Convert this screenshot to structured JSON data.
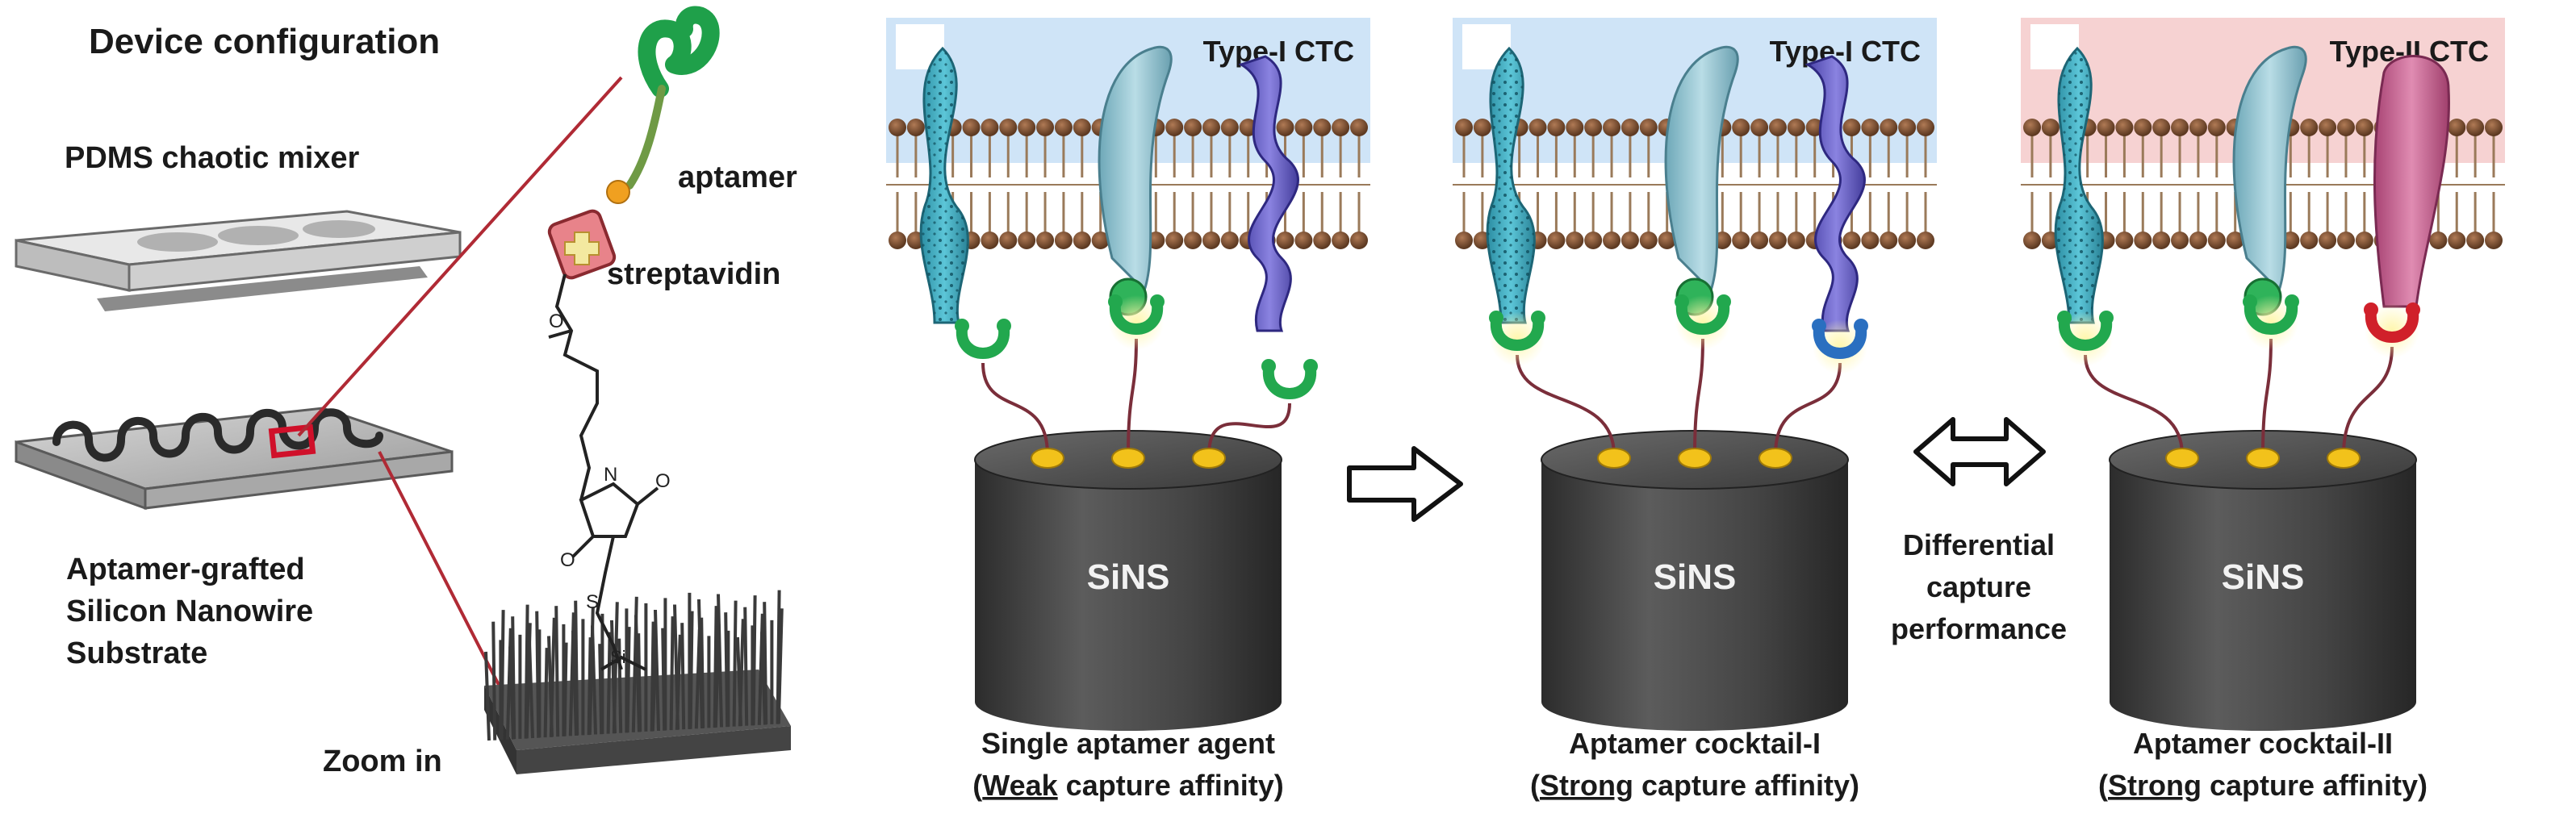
{
  "left": {
    "heading": "Device configuration",
    "mixer_label": "PDMS chaotic mixer",
    "substrate_label_lines": [
      "Aptamer-grafted",
      "Silicon Nanowire",
      "Substrate"
    ],
    "zoom_label": "Zoom in",
    "aptamer_label": "aptamer",
    "streptavidin_label": "streptavidin"
  },
  "panels": [
    {
      "cell_type": "Type-I CTC",
      "chip": "SiNS",
      "caption_line1": "Single aptamer agent",
      "caption_open": "(",
      "caption_emph": "Weak",
      "caption_rest": " capture affinity)",
      "band_color": "#cfe4f7"
    },
    {
      "cell_type": "Type-I CTC",
      "chip": "SiNS",
      "caption_line1": "Aptamer cocktail-I",
      "caption_open": "(",
      "caption_emph": "Strong",
      "caption_rest": " capture affinity)",
      "band_color": "#cfe4f7"
    },
    {
      "cell_type": "Type-II CTC",
      "chip": "SiNS",
      "caption_line1": "Aptamer cocktail-II",
      "caption_open": "(",
      "caption_emph": "Strong",
      "caption_rest": " capture affinity)",
      "band_color": "#f6d2d2"
    }
  ],
  "middle_label_lines": [
    "Differential",
    "capture",
    "performance"
  ],
  "colors": {
    "aptamer_green": "#2fa84f",
    "receptor_cyan": "#4fb6c9",
    "receptor_blue": "#9ecbd8",
    "receptor_purple": "#6a62c9",
    "receptor_pink": "#c8608e",
    "lipid_head": "#8a5a3a",
    "chip_gray": "#4a4a4a",
    "gold": "#f2c21b",
    "link_red": "#c0202f"
  }
}
